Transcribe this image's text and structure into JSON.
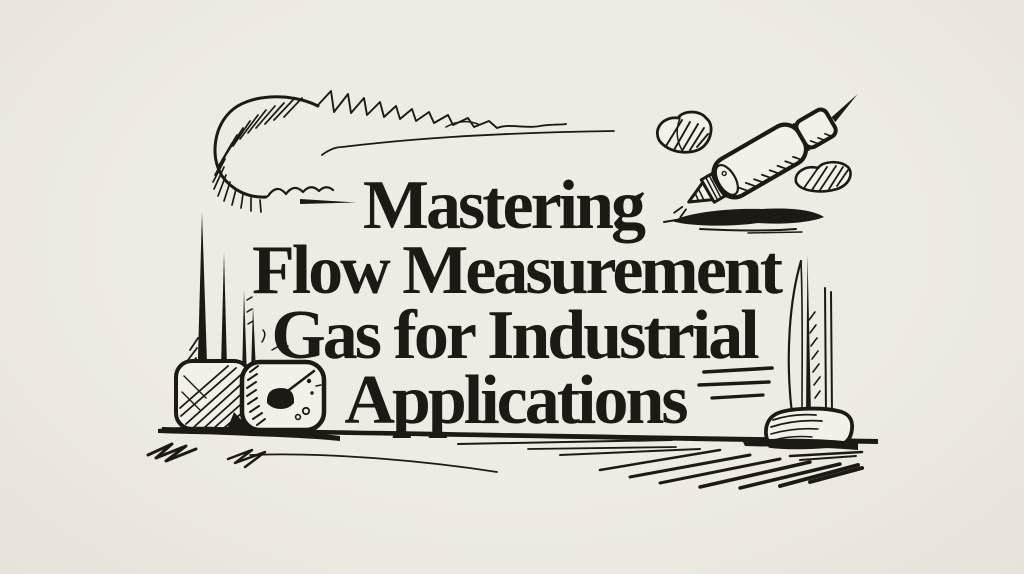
{
  "canvas": {
    "background": "#ece9e2",
    "paper": "#f3f0e9",
    "ink": "#1d1a16"
  },
  "title": {
    "line1": "Mastering",
    "line2": "Flow Measurement",
    "line3": "Gas for Industrial",
    "line4": "Applications"
  },
  "decorations": [
    "cloud-swoosh-icon",
    "scribble-zigzag-icon",
    "horizon-line-icon",
    "marker-pen-icon",
    "hatched-blob-left-icon",
    "hatched-blob-right-icon",
    "ink-smear-icon",
    "speed-dash-marks-icon",
    "spike-needles-icon",
    "hatched-cube-icon",
    "gauge-dial-icon",
    "ground-line-icon",
    "ground-scribble-icon",
    "ground-hatch-icon",
    "pedestal-icon",
    "pedestal-blades-icon"
  ]
}
